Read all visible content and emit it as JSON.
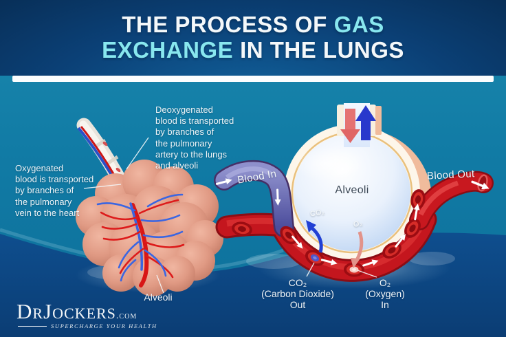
{
  "title": {
    "line1_white": "THE PROCESS OF",
    "line1_accent": "GAS",
    "line2_accent": "EXCHANGE",
    "line2_white": "IN THE LUNGS"
  },
  "annotations": {
    "oxygenated": "Oxygenated\nblood is transported\nby branches of\nthe pulmonary\nvein to the heart",
    "deoxygenated": "Deoxygenated\nblood is transported\nby branches of\nthe pulmonary\nartery to the lungs\nand alveoli"
  },
  "diagram": {
    "blood_in": "Blood In",
    "blood_out": "Blood Out",
    "alveoli_center": "Alveoli",
    "alveoli_lungs": "Alveoli",
    "co2_small": "CO₂",
    "o2_small": "O₂",
    "co2_label": "CO₂\n(Carbon Dioxide)\nOut",
    "o2_label": "O₂\n(Oxygen)\nIn"
  },
  "icons": {
    "breath_in_arrow": "↓",
    "breath_out_arrow": "↑",
    "flow_arrow": "→"
  },
  "branding": {
    "site_name": "DrJockers",
    "site_tld": ".com",
    "tagline": "SUPERCHARGE YOUR HEALTH"
  },
  "colors": {
    "accent_cyan": "#88e7ef",
    "background_teal": "#117ba5",
    "header_navy": "#0b4076",
    "wave_navy": "#0d4886",
    "artery_red": "#c4161e",
    "vein_blue": "#5c5da8",
    "alveoli_peach": "#f0bb9c",
    "lung_pink": "#e09a84"
  }
}
